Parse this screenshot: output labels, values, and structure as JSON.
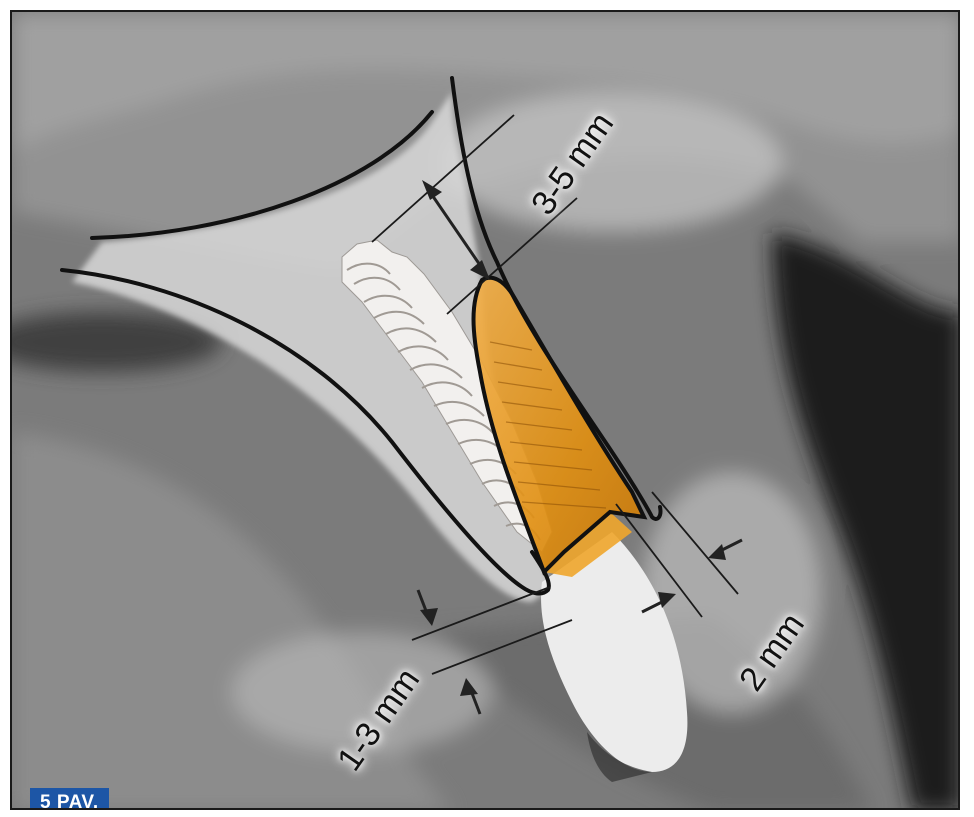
{
  "figure": {
    "badge_label": "5 PAV.",
    "measurements": {
      "top": "3-5 mm",
      "left": "1-3 mm",
      "right": "2 mm"
    },
    "colors": {
      "implant_fill": "#e79a1c",
      "outline": "#111111",
      "badge_bg": "#1d56a6",
      "scan_background": "#7a7a7a"
    }
  }
}
